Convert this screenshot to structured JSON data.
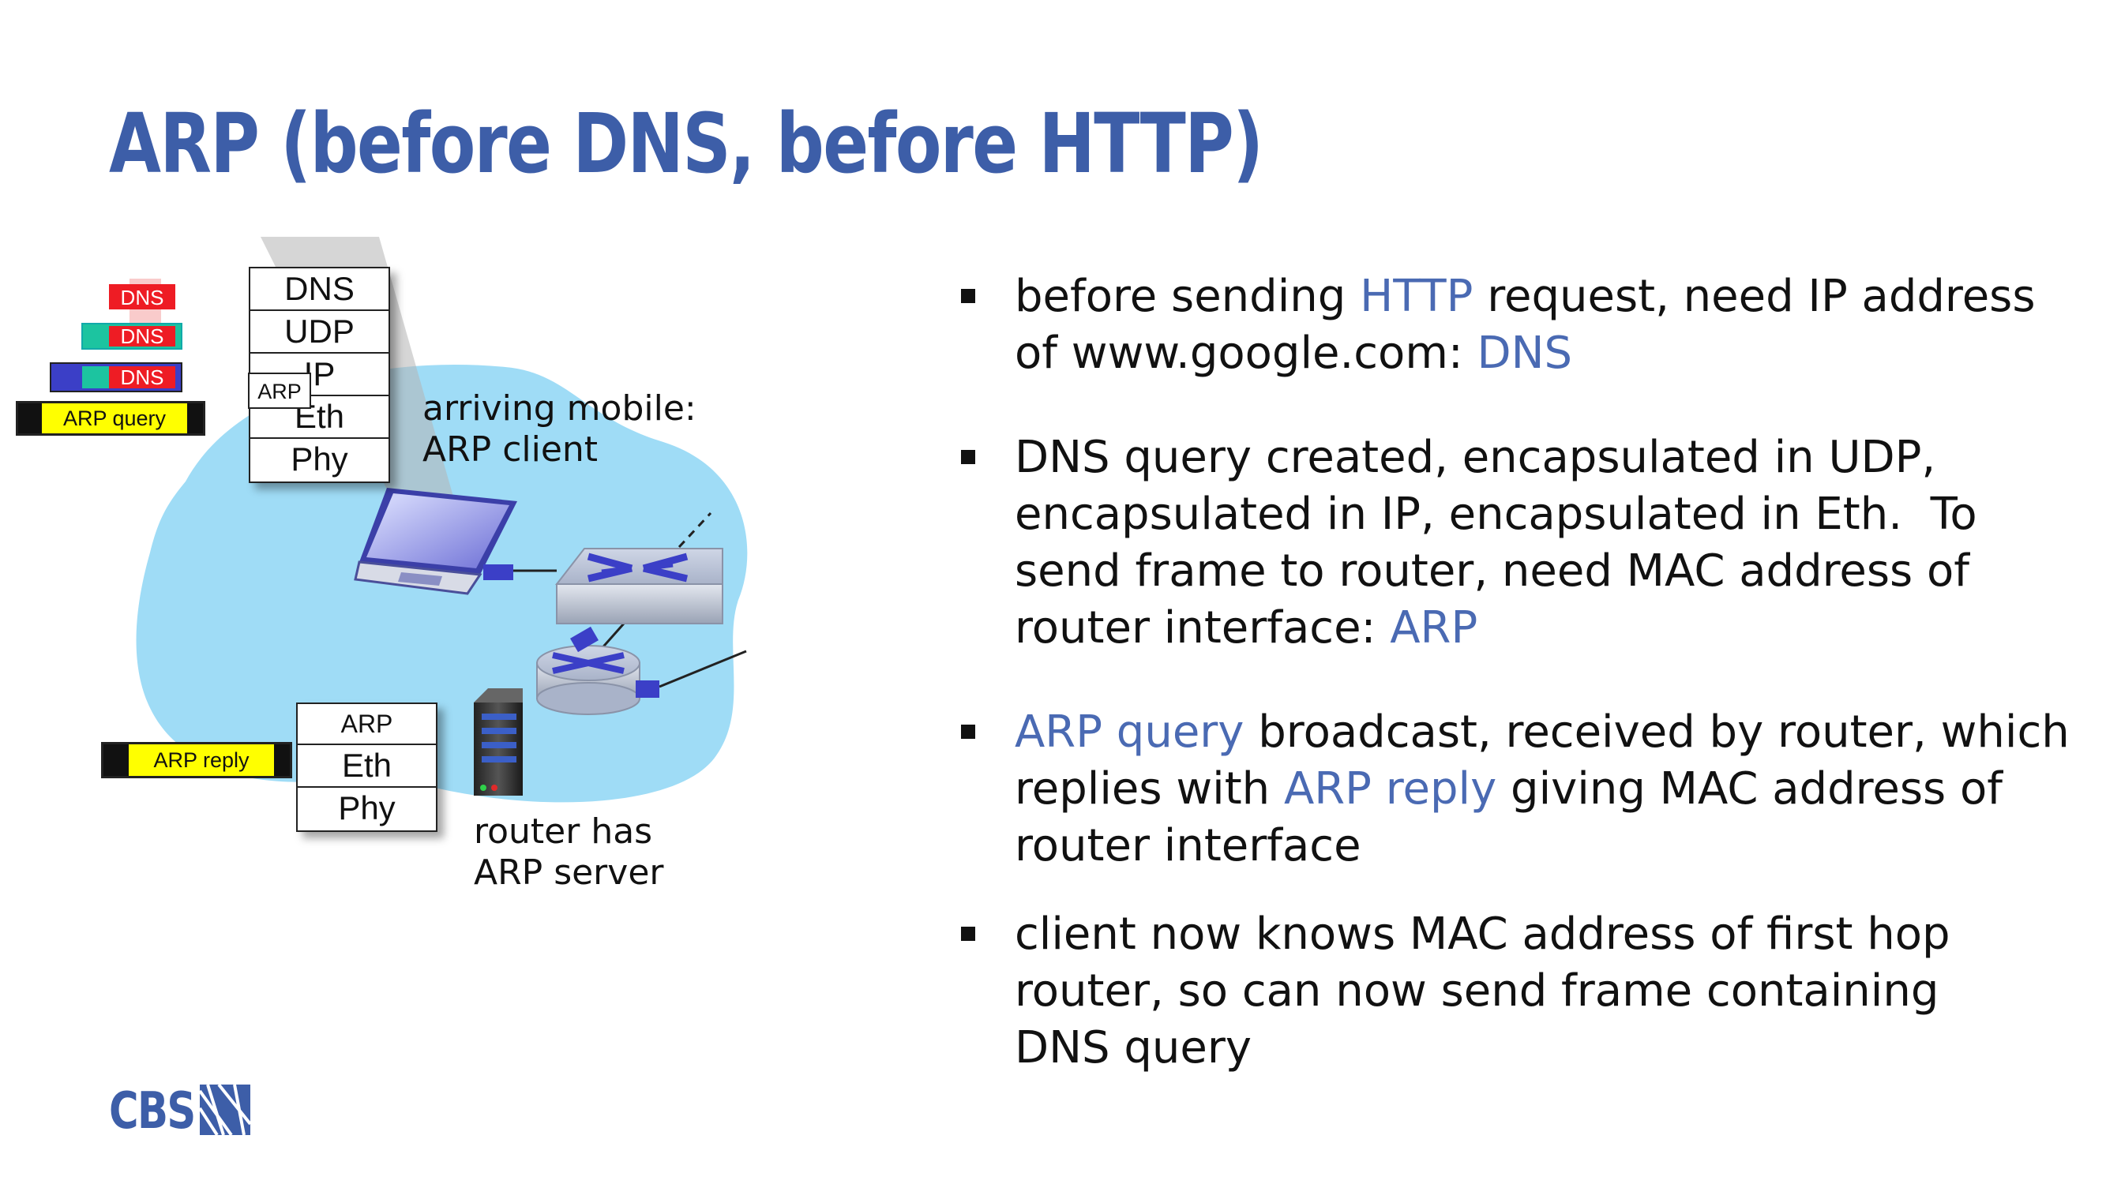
{
  "title": "ARP (before DNS, before HTTP)",
  "client_stack": {
    "layers": [
      "DNS",
      "UDP",
      "IP",
      "Eth",
      "Phy"
    ],
    "arp_tag": "ARP"
  },
  "router_stack": {
    "layers": [
      "ARP",
      "Eth",
      "Phy"
    ]
  },
  "encapsulation": {
    "dns_labels": [
      "DNS",
      "DNS",
      "DNS"
    ],
    "arp_query": "ARP query",
    "arp_reply": "ARP reply"
  },
  "captions": {
    "client_line1": "arriving mobile:",
    "client_line2": "ARP client",
    "router_line1": "router has",
    "router_line2": "ARP server"
  },
  "bullets": [
    {
      "lines": [
        [
          {
            "t": "before sending "
          },
          {
            "t": "HTTP",
            "hl": true
          },
          {
            "t": " request, need IP address"
          }
        ],
        [
          {
            "t": "of www.google.com: "
          },
          {
            "t": "DNS",
            "hl": true
          }
        ]
      ]
    },
    {
      "lines": [
        [
          {
            "t": "DNS query created, encapsulated in UDP,"
          }
        ],
        [
          {
            "t": "encapsulated in IP, encapsulated in Eth.  To"
          }
        ],
        [
          {
            "t": "send frame to router, need MAC address of"
          }
        ],
        [
          {
            "t": "router interface: "
          },
          {
            "t": "ARP",
            "hl": true
          }
        ]
      ]
    },
    {
      "lines": [
        [
          {
            "t": "ARP query",
            "hl": true
          },
          {
            "t": " broadcast, received by router, which"
          }
        ],
        [
          {
            "t": "replies with "
          },
          {
            "t": "ARP reply",
            "hl": true
          },
          {
            "t": " giving MAC address of"
          }
        ],
        [
          {
            "t": "router interface"
          }
        ]
      ]
    },
    {
      "lines": [
        [
          {
            "t": "client now knows MAC address of first hop"
          }
        ],
        [
          {
            "t": "router, so can now send frame containing"
          }
        ],
        [
          {
            "t": "DNS query"
          }
        ]
      ]
    }
  ],
  "logo": {
    "text": "CBS"
  },
  "icons": [
    "laptop-icon",
    "switch-icon",
    "router-icon",
    "server-icon",
    "logo-mark-icon"
  ],
  "colors": {
    "title": "#3d5ea8",
    "highlight": "#4a6ab3",
    "cloud": "#9fdcf6",
    "dns_red": "#ee1c24",
    "udp_green": "#1cc4a0",
    "ip_blue": "#3b3fc7",
    "arp_yellow": "#ffff00"
  }
}
